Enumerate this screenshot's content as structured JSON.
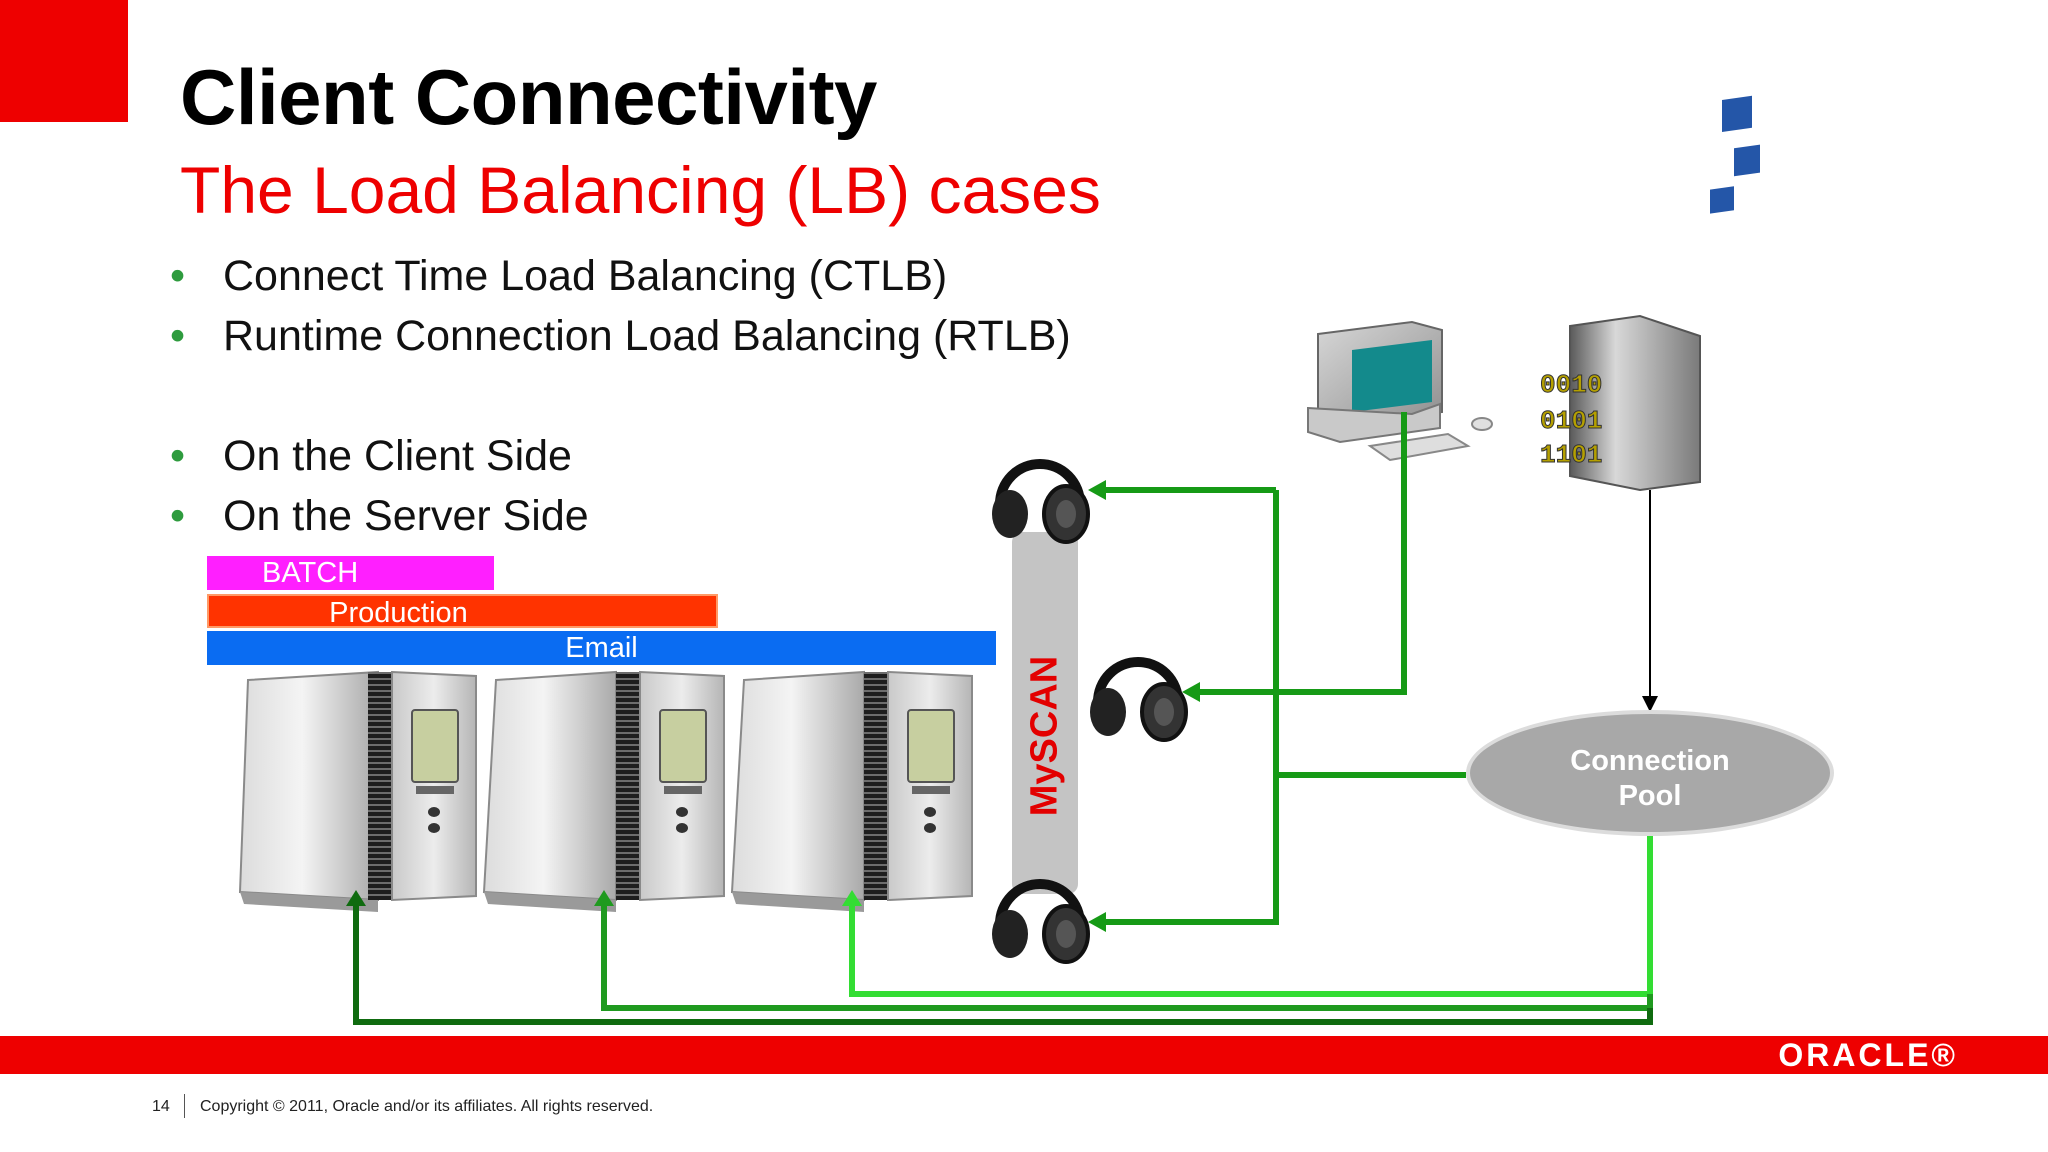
{
  "slide": {
    "title": "Client Connectivity",
    "subtitle": "The Load Balancing (LB) cases",
    "bullets": [
      "Connect Time Load Balancing (CTLB)",
      "Runtime Connection Load Balancing (RTLB)",
      "On the Client Side",
      "On the Server Side"
    ]
  },
  "services": {
    "batch": "BATCH",
    "production": "Production",
    "email": "Email"
  },
  "diagram": {
    "scan_label": "MyScan",
    "pool_line1": "Connection",
    "pool_line2": "Pool",
    "binary": [
      "0010",
      "0101",
      "1101"
    ]
  },
  "footer": {
    "page_number": "14",
    "copyright": "Copyright © 2011, Oracle and/or its affiliates. All rights reserved.",
    "logo": "ORACLE®"
  },
  "colors": {
    "brand_red": "#ee0000",
    "batch": "#ff1fff",
    "production": "#ff3300",
    "email": "#0a6cf2",
    "link_green": "#169a16",
    "link_bright_green": "#33dd33",
    "link_dark_green": "#0f6b0f"
  }
}
